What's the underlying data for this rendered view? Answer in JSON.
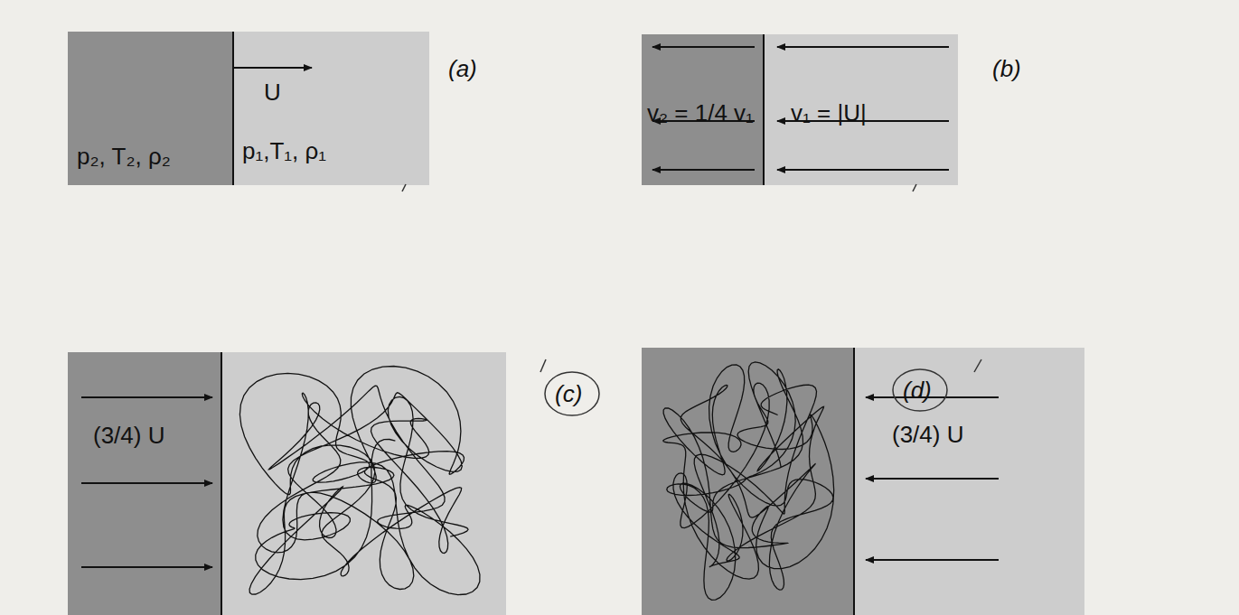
{
  "diagram": {
    "nodes": [
      {
        "text": [
          "p₂, T₂, ρ₂"
        ]
      },
      {
        "text": [
          "p₁,T₁, ρ₁"
        ]
      },
      {
        "text": [
          "v₂ = 1/4 v₁"
        ]
      },
      {
        "text": [
          "v₁ = |U|"
        ]
      },
      {
        "text": [
          "(3/4) U"
        ]
      },
      {
        "text": [
          "(3/4) U"
        ]
      }
    ],
    "labels": [
      "U",
      "(a)",
      "(b)",
      "(c)",
      "(d)"
    ]
  }
}
